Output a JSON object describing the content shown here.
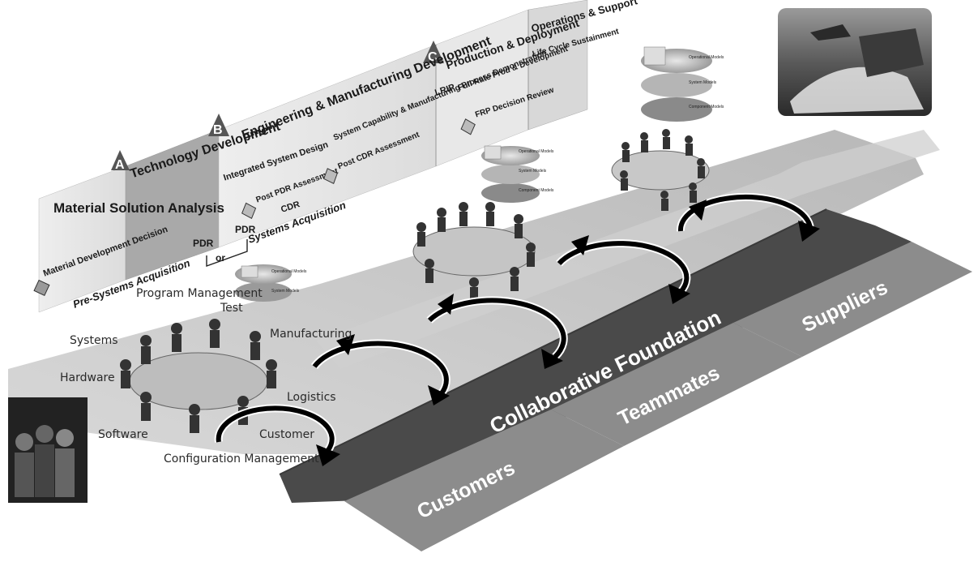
{
  "phases": {
    "material_solution_analysis": "Material Solution Analysis",
    "technology_development": "Technology Development",
    "emd": "Engineering & Manufacturing Development",
    "production_deployment": "Production & Deployment",
    "operations_support": "Operations & Support"
  },
  "milestones": {
    "a": "A",
    "b": "B",
    "c": "C"
  },
  "phase_details": {
    "material_development_decision": "Material Development Decision",
    "pdr_left": "PDR",
    "pdr_right": "PDR",
    "or_label": "or",
    "integrated_system_design": "Integrated System Design",
    "post_pdr_assessment": "Post PDR Assessment",
    "cdr": "CDR",
    "system_capability": "System Capability & Manufacturing Process Demonstration",
    "post_cdr_assessment": "Post CDR Assessment",
    "lrip": "LRIP",
    "full_rate": "Full Rate Prod & Development",
    "frp_decision_review": "FRP Decision Review",
    "life_cycle_sustainment": "Life Cycle Sustainment",
    "pre_systems_acquisition": "Pre-Systems Acquisition",
    "systems_acquisition": "Systems Acquisition"
  },
  "model_stacks": {
    "operational_models": "Operational Models",
    "system_models": "System Models",
    "component_models": "Component Models"
  },
  "roles": {
    "program_management": "Program Management",
    "test": "Test",
    "systems": "Systems",
    "manufacturing": "Manufacturing",
    "hardware": "Hardware",
    "logistics": "Logistics",
    "software": "Software",
    "customer": "Customer",
    "configuration_management": "Configuration Management"
  },
  "foundation": {
    "collaborative_foundation": "Collaborative Foundation",
    "customers": "Customers",
    "teammates": "Teammates",
    "suppliers": "Suppliers"
  },
  "colors": {
    "wall_light": "#e6e6e6",
    "wall_dark": "#a8a8a8",
    "floor": "#d2d2d2",
    "foundation_dark": "#4a4a4a",
    "band_mid": "#8c8c8c",
    "arrow_black": "#000000"
  }
}
